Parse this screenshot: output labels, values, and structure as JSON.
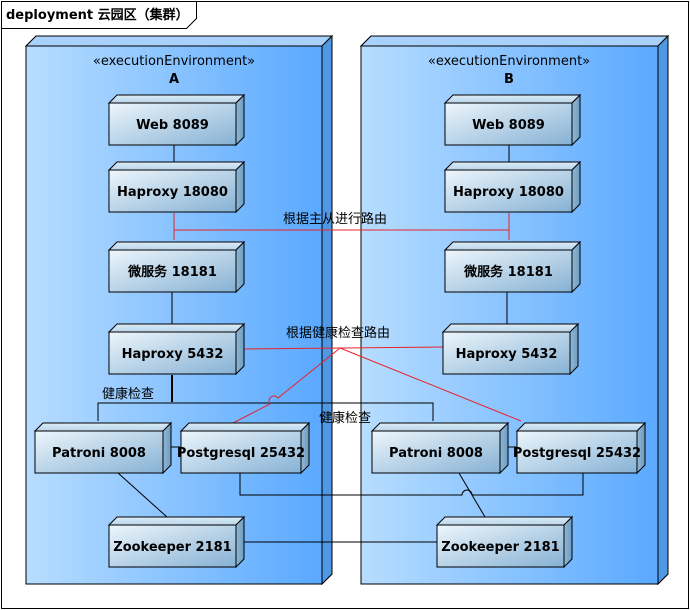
{
  "frame": {
    "title": "deployment 云园区（集群）"
  },
  "environments": [
    {
      "stereotype": "«executionEnvironment»",
      "name": "A"
    },
    {
      "stereotype": "«executionEnvironment»",
      "name": "B"
    }
  ],
  "nodes": {
    "web_a": "Web 8089",
    "web_b": "Web 8089",
    "haproxy_http_a": "Haproxy 18080",
    "haproxy_http_b": "Haproxy 18080",
    "micro_a": "微服务 18181",
    "micro_b": "微服务 18181",
    "haproxy_pg_a": "Haproxy 5432",
    "haproxy_pg_b": "Haproxy 5432",
    "patroni_a": "Patroni 8008",
    "patroni_b": "Patroni 8008",
    "pg_a": "Postgresql 25432",
    "pg_b": "Postgresql 25432",
    "zk_a": "Zookeeper 2181",
    "zk_b": "Zookeeper 2181"
  },
  "labels": {
    "master_slave_routing": "根据主从进行路由",
    "health_check_routing": "根据健康检查路由",
    "health_check_a": "健康检查",
    "health_check_b": "健康检查"
  },
  "colors": {
    "env_light": "#b3dcff",
    "env_dark": "#66b3ff",
    "node_light": "#e8f3fb",
    "node_dark": "#8ab4d6",
    "red_line": "#e8232a"
  }
}
